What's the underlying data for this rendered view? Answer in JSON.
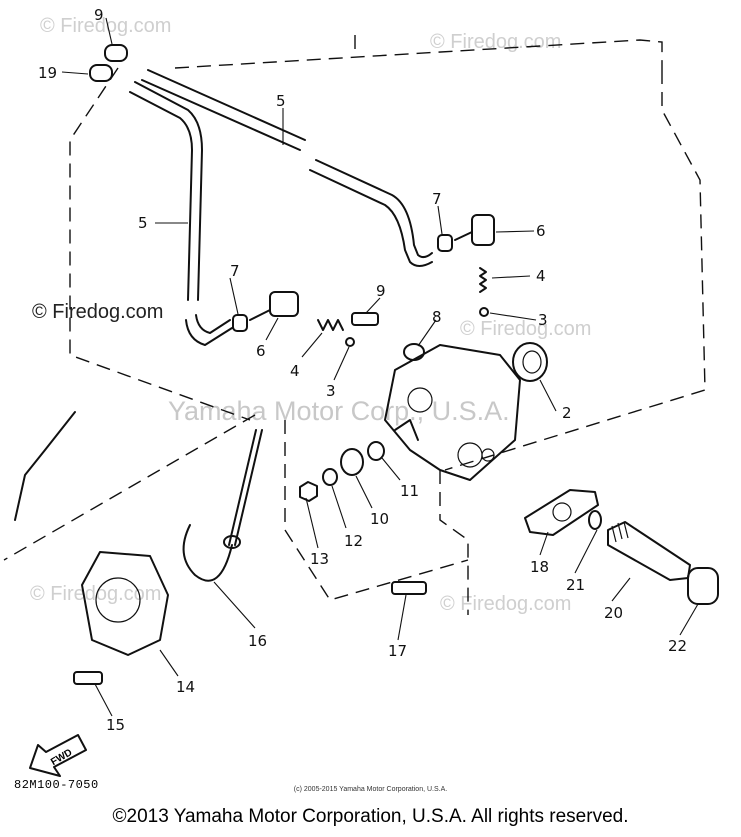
{
  "watermarks": {
    "firedog": "© Firedog.com",
    "corporate": "Yamaha Motor Corp., U.S.A."
  },
  "callouts": {
    "c9a": "9",
    "c19": "19",
    "c5a": "5",
    "c5b": "5",
    "c7a": "7",
    "c6a": "6",
    "c4a": "4",
    "c3a": "3",
    "c7b": "7",
    "c6b": "6",
    "c9b": "9",
    "c8": "8",
    "c4b": "4",
    "c3b": "3",
    "c2": "2",
    "c11": "11",
    "c10": "10",
    "c12": "12",
    "c13": "13",
    "c18": "18",
    "c21": "21",
    "c20": "20",
    "c22": "22",
    "c17": "17",
    "c16": "16",
    "c14": "14",
    "c15": "15"
  },
  "fwd_label": "FWD",
  "part_code": "82M100-7050",
  "small_copyright": "(c) 2005-2015 Yamaha Motor Corporation, U.S.A.",
  "copyright": "©2013 Yamaha Motor Corporation, U.S.A. All rights reserved."
}
